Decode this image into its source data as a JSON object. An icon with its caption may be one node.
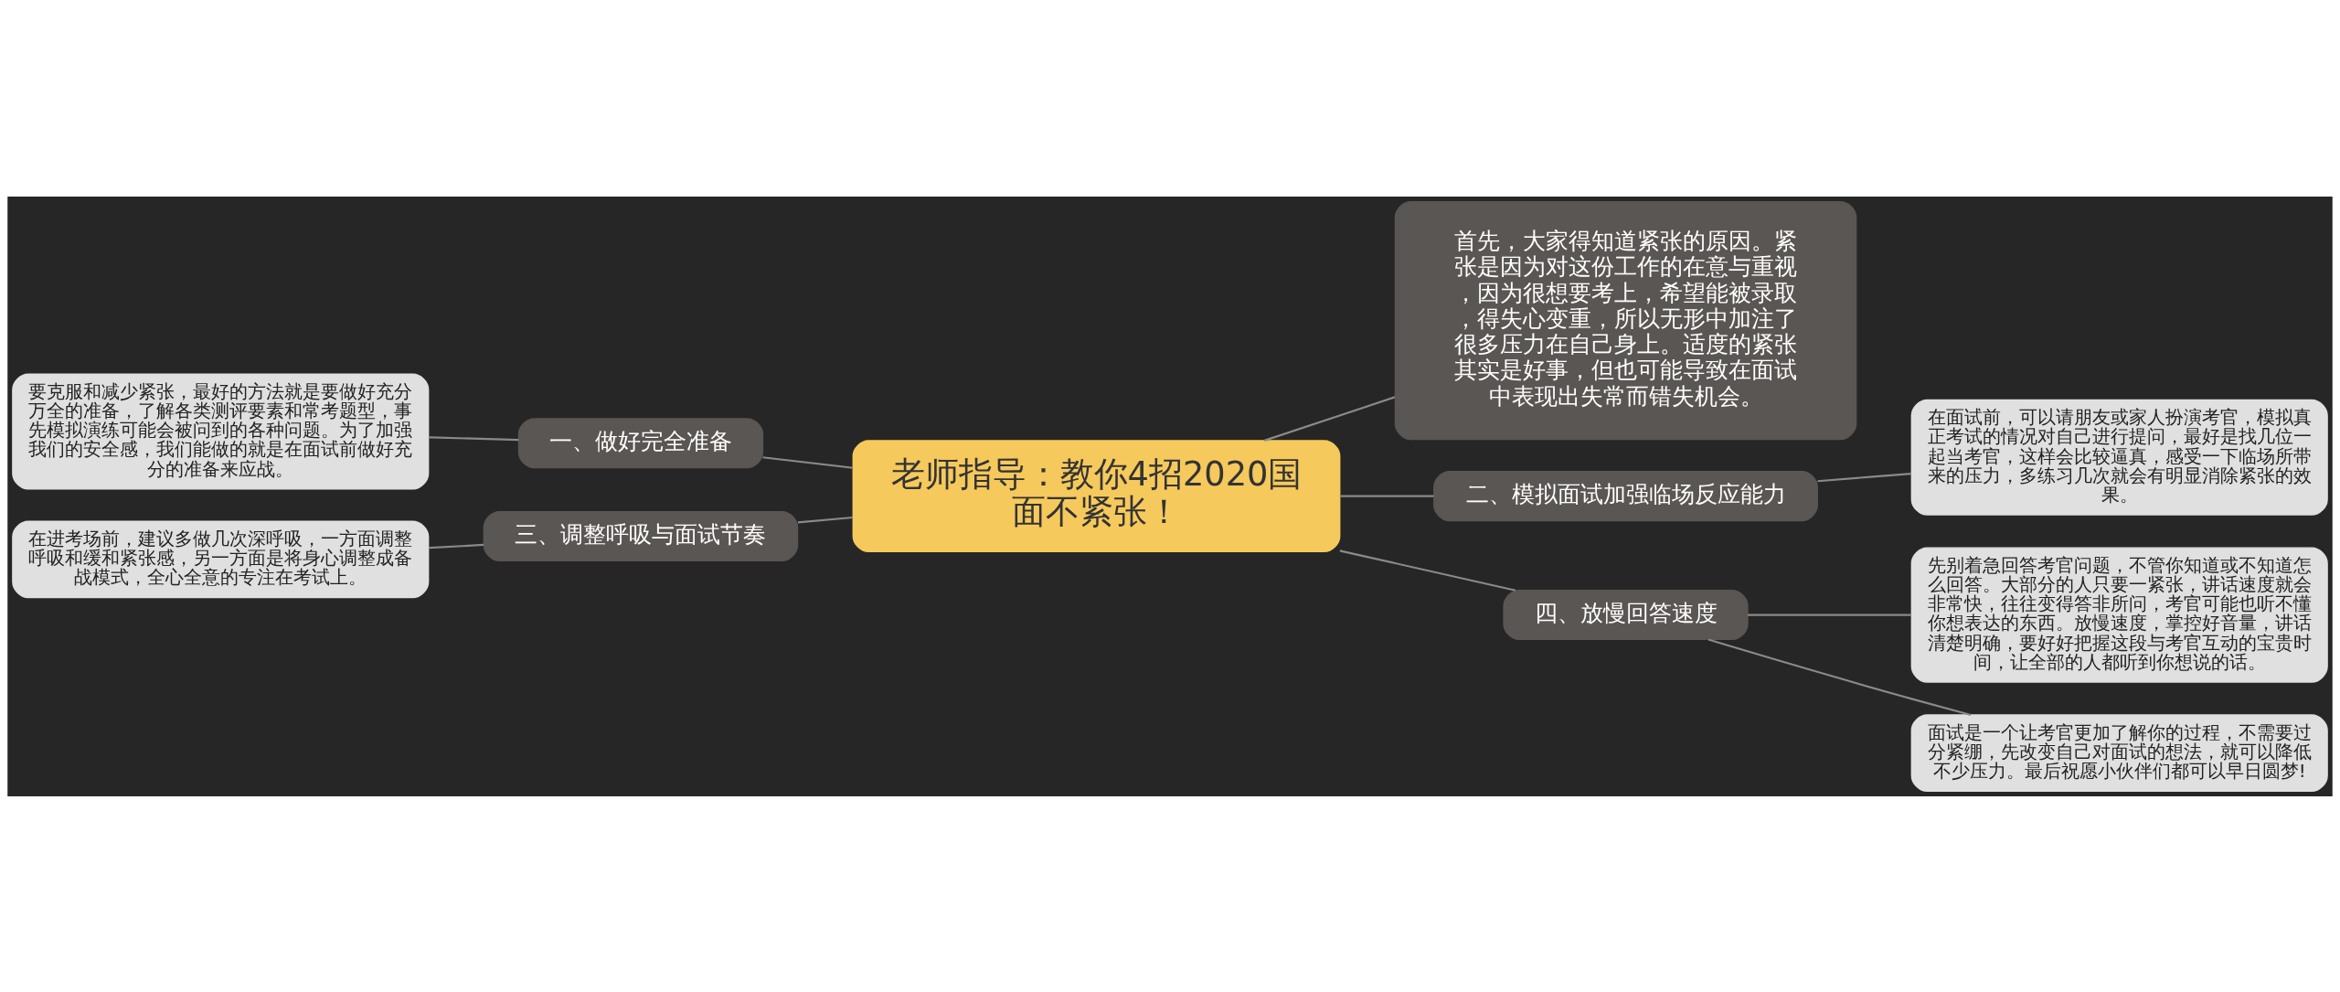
{
  "diagram": {
    "nodes": [
      {
        "text": [
          "老师指导：教你4招2020国面不紧张！"
        ]
      },
      {
        "text": [
          "首先，大家得知道紧张的原因。紧张是因为对这份工作的在意与重视，因为很想要考上，希望能被录取，得失心变重，所以无形中加注了很多压力在自己身上。适度的紧张其实是好事，但也可能导致在面试中表现出失常而错失机会。"
        ]
      },
      {
        "text": [
          "一、做好完全准备"
        ]
      },
      {
        "text": [
          "要克服和减少紧张，最好的方法就是要做好充分万全的准备，了解各类测评要素和常考题型，事先模拟演练可能会被问到的各种问题。为了加强我们的安全感，我们能做的就是在面试前做好充分的准备来应战。"
        ]
      },
      {
        "text": [
          "二、模拟面试加强临场反应能力"
        ]
      },
      {
        "text": [
          "在面试前，可以请朋友或家人扮演考官，模拟真正考试的情况对自己进行提问，最好是找几位一起当考官，这样会比较逼真，感受一下临场所带来的压力，多练习几次就会有明显消除紧张的效果。"
        ]
      },
      {
        "text": [
          "三、调整呼吸与面试节奏"
        ]
      },
      {
        "text": [
          "在进考场前，建议多做几次深呼吸，一方面调整呼吸和缓和紧张感，另一方面是将身心调整成备战模式，全心全意的专注在考试上。"
        ]
      },
      {
        "text": [
          "四、放慢回答速度"
        ]
      },
      {
        "text": [
          "先别着急回答考官问题，不管你知道或不知道怎么回答。大部分的人只要一紧张，讲话速度就会非常快，往往变得答非所问，考官可能也听不懂你想表达的东西。放慢速度，掌控好音量，讲话清楚明确，要好好把握这段与考官互动的宝贵时间，让全部的人都听到你想说的话。"
        ]
      },
      {
        "text": [
          "面试是一个让考官更加了解你的过程，不需要过分紧绷，先改变自己对面试的想法，就可以降低不少压力。最后祝愿小伙伴们都可以早日圆梦!"
        ]
      }
    ],
    "edges": [
      {
        "from": 0,
        "to": 1,
        "arrow": "none"
      },
      {
        "from": 0,
        "to": 2,
        "arrow": "none"
      },
      {
        "from": 2,
        "to": 3,
        "arrow": "none"
      },
      {
        "from": 0,
        "to": 4,
        "arrow": "none"
      },
      {
        "from": 4,
        "to": 5,
        "arrow": "none"
      },
      {
        "from": 0,
        "to": 6,
        "arrow": "none"
      },
      {
        "from": 6,
        "to": 7,
        "arrow": "none"
      },
      {
        "from": 0,
        "to": 8,
        "arrow": "none"
      },
      {
        "from": 8,
        "to": 9,
        "arrow": "none"
      },
      {
        "from": 8,
        "to": 10,
        "arrow": "none"
      }
    ]
  }
}
